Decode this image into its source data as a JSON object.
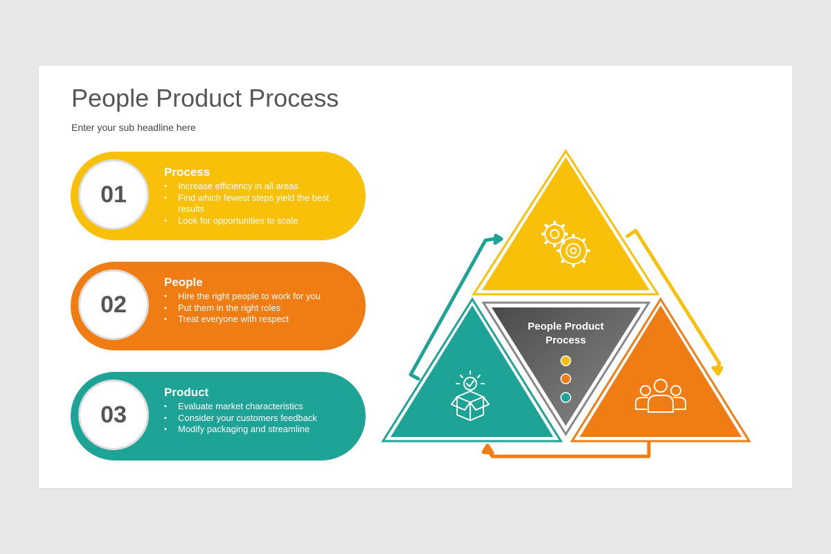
{
  "slide": {
    "title": "People Product Process",
    "subtitle": "Enter your sub headline here"
  },
  "colors": {
    "process": "#f9c00a",
    "people": "#f07c14",
    "product": "#1ea397",
    "center": "#555555",
    "number_text": "#555555"
  },
  "items": [
    {
      "number": "01",
      "heading": "Process",
      "bullets": [
        "Increase efficiency in all areas",
        "Find which fewest steps yield the best results",
        "Look for opportunities to scale"
      ]
    },
    {
      "number": "02",
      "heading": "People",
      "bullets": [
        "Hire the right people to work for you",
        "Put them in the right roles",
        "Treat everyone with respect"
      ]
    },
    {
      "number": "03",
      "heading": "Product",
      "bullets": [
        "Evaluate market characteristics",
        "Consider your customers feedback",
        "Modify packaging and streamline"
      ]
    }
  ],
  "diagram": {
    "center_label_line1": "People Product",
    "center_label_line2": "Process",
    "icons": {
      "top": "gears-icon",
      "left": "box-check-icon",
      "right": "people-group-icon"
    }
  }
}
